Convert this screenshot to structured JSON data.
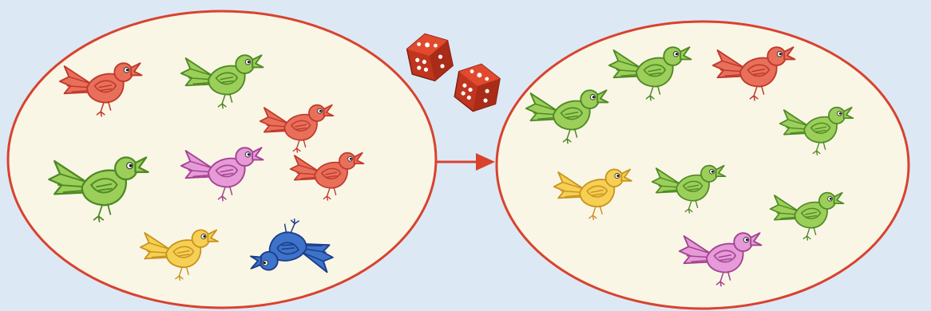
{
  "colors": {
    "background": "#dde8f5",
    "ellipse_fill": "#faf6e6",
    "ellipse_stroke": "#d8432e",
    "arrow": "#d8432e",
    "dice": "#c0351e"
  },
  "arrow": {
    "icon": "arrow-right-icon"
  },
  "dice": {
    "icon": "dice-icon",
    "count": 2
  },
  "before_population": {
    "birds": [
      {
        "color": "red",
        "fill": "#e8705a",
        "stroke": "#c0392b"
      },
      {
        "color": "green",
        "fill": "#9ccf5a",
        "stroke": "#4e8a25"
      },
      {
        "color": "red",
        "fill": "#e8705a",
        "stroke": "#c0392b"
      },
      {
        "color": "green",
        "fill": "#9ccf5a",
        "stroke": "#4e8a25"
      },
      {
        "color": "pink",
        "fill": "#e79ad8",
        "stroke": "#a24592"
      },
      {
        "color": "red",
        "fill": "#e8705a",
        "stroke": "#c0392b"
      },
      {
        "color": "yellow",
        "fill": "#f6cf55",
        "stroke": "#c9931d"
      },
      {
        "color": "blue",
        "fill": "#3d73c9",
        "stroke": "#1d3f8a",
        "state": "dead"
      }
    ]
  },
  "after_population": {
    "birds": [
      {
        "color": "green",
        "fill": "#9ccf5a",
        "stroke": "#4e8a25"
      },
      {
        "color": "green",
        "fill": "#9ccf5a",
        "stroke": "#4e8a25"
      },
      {
        "color": "red",
        "fill": "#e8705a",
        "stroke": "#c0392b"
      },
      {
        "color": "green",
        "fill": "#9ccf5a",
        "stroke": "#4e8a25"
      },
      {
        "color": "yellow",
        "fill": "#f6cf55",
        "stroke": "#c9931d"
      },
      {
        "color": "green",
        "fill": "#9ccf5a",
        "stroke": "#4e8a25"
      },
      {
        "color": "green",
        "fill": "#9ccf5a",
        "stroke": "#4e8a25"
      },
      {
        "color": "pink",
        "fill": "#e79ad8",
        "stroke": "#a24592"
      }
    ]
  }
}
